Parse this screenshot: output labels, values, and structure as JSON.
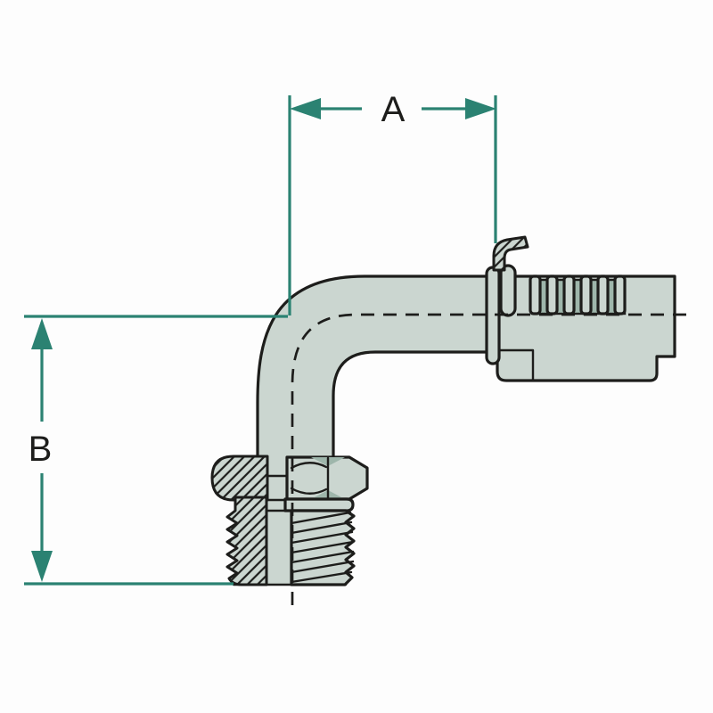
{
  "diagram": {
    "type": "technical-illustration",
    "subject": "90-degree elbow hydraulic hose fitting with male thread, partially sectioned",
    "dimension_labels": {
      "a": "A",
      "b": "B"
    }
  },
  "colors": {
    "background": "#fdfdfd",
    "dimension": "#2b8272",
    "ink": "#1d1d1b",
    "body": "#cbd6d0",
    "shade": "#9eb6ab"
  }
}
